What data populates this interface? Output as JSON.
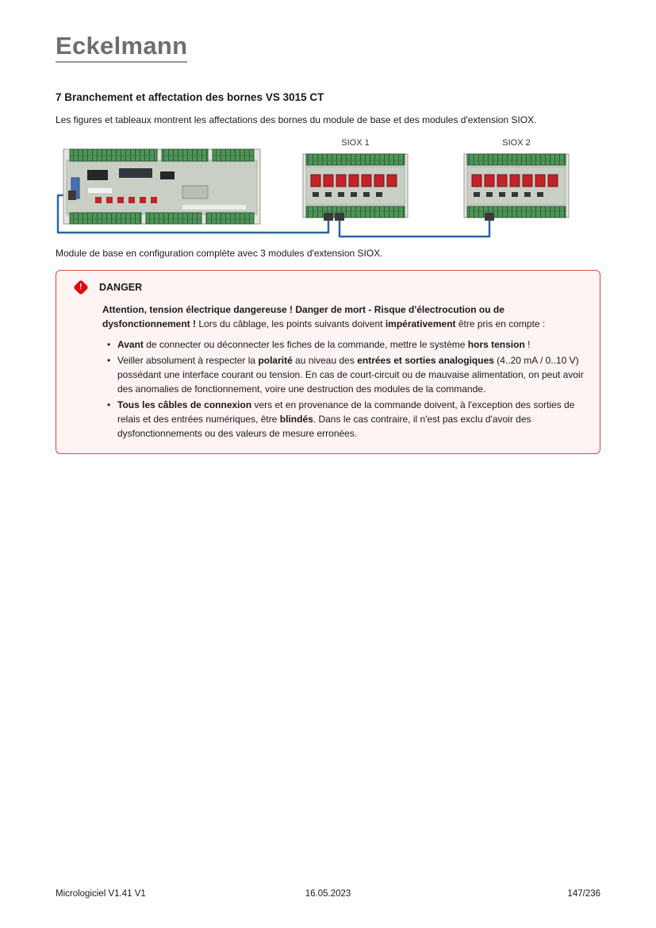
{
  "logo": {
    "text": "Eckelmann"
  },
  "section": {
    "heading": "7 Branchement et affectation des bornes VS 3015 CT",
    "intro": "Les figures et tableaux montrent les affectations des bornes du module de base et des modules d'extension SIOX."
  },
  "figure": {
    "siox1_label": "SIOX 1",
    "siox2_label": "SIOX 2",
    "caption": "Module de base en configuration complète avec 3 modules d'extension SIOX.",
    "cable_color": "#2a63a8",
    "board_green": "#4f9459"
  },
  "danger": {
    "title": "DANGER",
    "accent_color": "#e0483f",
    "icon_color": "#e30613",
    "icon_glyph": "!",
    "intro": [
      {
        "b": true,
        "t": "Attention, tension électrique dangereuse ! Danger de mort - Risque d'électrocution ou de dysfonctionnement !"
      },
      {
        "b": false,
        "t": " Lors du câblage, les points suivants doivent "
      },
      {
        "b": true,
        "t": "impérativement"
      },
      {
        "b": false,
        "t": " être pris en compte :"
      }
    ],
    "bullets": [
      [
        {
          "b": true,
          "t": "Avant"
        },
        {
          "b": false,
          "t": " de connecter ou déconnecter les fiches de la commande, mettre le système "
        },
        {
          "b": true,
          "t": "hors tension"
        },
        {
          "b": false,
          "t": " !"
        }
      ],
      [
        {
          "b": false,
          "t": "Veiller absolument à respecter la "
        },
        {
          "b": true,
          "t": "polarité"
        },
        {
          "b": false,
          "t": " au niveau des "
        },
        {
          "b": true,
          "t": "entrées et sorties analogiques"
        },
        {
          "b": false,
          "t": " (4..20 mA / 0..10 V) possédant une interface courant ou tension. En cas de court-circuit ou de mauvaise alimentation, on peut avoir des anomalies de fonctionnement, voire une destruction des modules de la commande."
        }
      ],
      [
        {
          "b": true,
          "t": "Tous les câbles de connexion"
        },
        {
          "b": false,
          "t": " vers et en provenance de la commande doivent, à l'exception des sorties de relais et des entrées numériques, être "
        },
        {
          "b": true,
          "t": "blindés"
        },
        {
          "b": false,
          "t": ". Dans le cas contraire, il n'est pas exclu d'avoir des dysfonctionnements ou des valeurs de mesure erronées."
        }
      ]
    ]
  },
  "footer": {
    "left": "Micrologiciel V1.41 V1",
    "center": "16.05.2023",
    "right": "147/236"
  }
}
